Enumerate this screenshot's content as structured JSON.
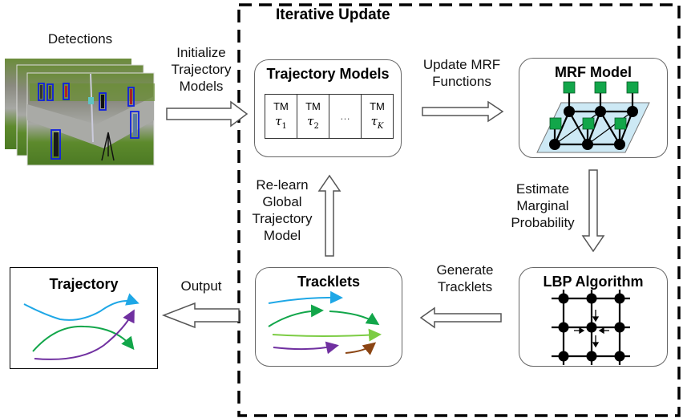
{
  "iterative_update": {
    "title": "Iterative Update"
  },
  "detections": {
    "label": "Detections"
  },
  "steps": {
    "initialize": [
      "Initialize",
      "Trajectory",
      "Models"
    ],
    "update_mrf": [
      "Update MRF",
      "Functions"
    ],
    "estimate": [
      "Estimate",
      "Marginal",
      "Probability"
    ],
    "generate": [
      "Generate",
      "Tracklets"
    ],
    "relearn": [
      "Re-learn",
      "Global",
      "Trajectory",
      "Model"
    ],
    "output": "Output"
  },
  "trajectory_models": {
    "title": "Trajectory Models",
    "cells": [
      {
        "label": "TM",
        "symbol": "τ",
        "sub": "1",
        "sub_italic": false
      },
      {
        "label": "TM",
        "symbol": "τ",
        "sub": "2",
        "sub_italic": false
      },
      {
        "label": "",
        "symbol": "…",
        "sub": "",
        "sub_italic": false
      },
      {
        "label": "TM",
        "symbol": "τ",
        "sub": "K",
        "sub_italic": true
      }
    ]
  },
  "mrf_model": {
    "title": "MRF Model"
  },
  "lbp_algorithm": {
    "title": "LBP Algorithm"
  },
  "tracklets": {
    "title": "Tracklets"
  },
  "trajectory": {
    "title": "Trajectory"
  },
  "colors": {
    "blue": "#1ea7e6",
    "green": "#12a64a",
    "light_green": "#7ccc44",
    "purple": "#7030a0",
    "brown": "#8b4513",
    "factor_green": "#12a64a",
    "plane": "#cde9f5",
    "detection_box": "#1020e0"
  }
}
